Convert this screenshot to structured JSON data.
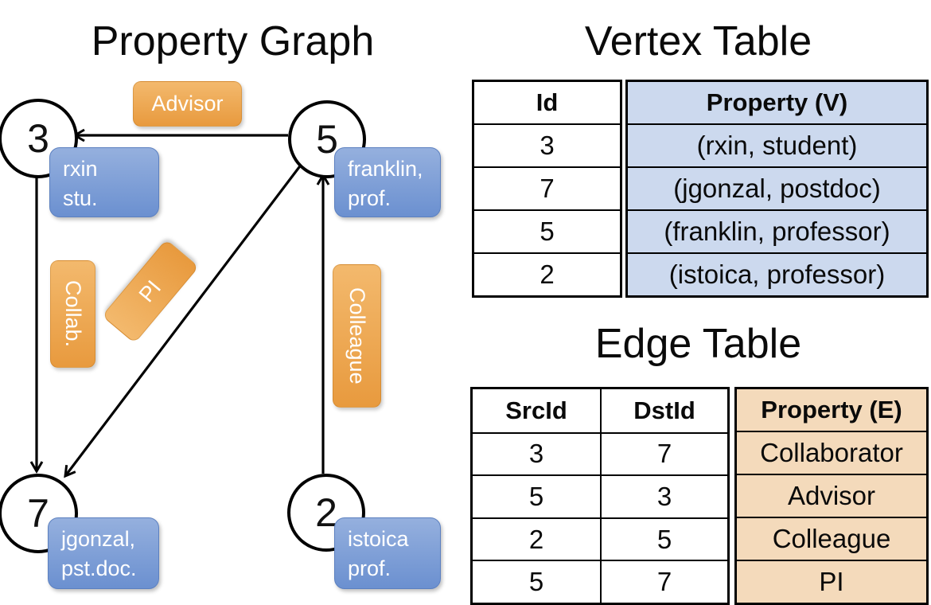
{
  "graph": {
    "title": "Property Graph",
    "vertices": {
      "v3": {
        "id": "3",
        "prop_line1": "rxin",
        "prop_line2": "stu."
      },
      "v5": {
        "id": "5",
        "prop_line1": "franklin,",
        "prop_line2": "prof."
      },
      "v7": {
        "id": "7",
        "prop_line1": "jgonzal,",
        "prop_line2": "pst.doc."
      },
      "v2": {
        "id": "2",
        "prop_line1": "istoica",
        "prop_line2": "prof."
      }
    },
    "edge_labels": {
      "advisor": "Advisor",
      "collab": "Collab.",
      "pi": "PI",
      "colleague": "Colleague"
    }
  },
  "vertex_table": {
    "title": "Vertex Table",
    "columns": {
      "id": "Id",
      "property": "Property (V)"
    },
    "rows": [
      [
        "3",
        "(rxin, student)"
      ],
      [
        "7",
        "(jgonzal, postdoc)"
      ],
      [
        "5",
        "(franklin, professor)"
      ],
      [
        "2",
        "(istoica, professor)"
      ]
    ]
  },
  "edge_table": {
    "title": "Edge Table",
    "columns": {
      "src": "SrcId",
      "dst": "DstId",
      "property": "Property (E)"
    },
    "rows": [
      [
        "3",
        "7",
        "Collaborator"
      ],
      [
        "5",
        "3",
        "Advisor"
      ],
      [
        "2",
        "5",
        "Colleague"
      ],
      [
        "5",
        "7",
        "PI"
      ]
    ]
  },
  "colors": {
    "edge_label_fill_top": "#f3b96d",
    "edge_label_fill_bottom": "#e89a3e",
    "vertex_label_fill_top": "#95b0de",
    "vertex_label_fill_bottom": "#6b90d0",
    "vertex_table_cell_fill": "#ccd9ee",
    "edge_table_cell_fill": "#f4dabb",
    "line_color": "#000000"
  }
}
